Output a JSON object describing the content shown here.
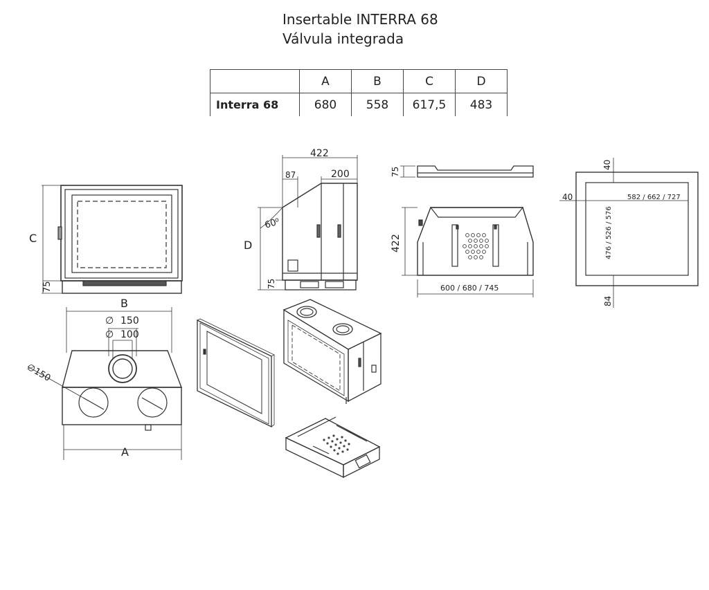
{
  "title": {
    "line1": "Insertable INTERRA 68",
    "line2": "Válvula integrada"
  },
  "table": {
    "headers": [
      "",
      "A",
      "B",
      "C",
      "D"
    ],
    "rows": [
      {
        "label": "Interra 68",
        "values": [
          "680",
          "558",
          "617,5",
          "483"
        ]
      }
    ]
  },
  "labels": {
    "front_C": "C",
    "front_75": "75",
    "top_B": "B",
    "top_A": "A",
    "top_d150": "150",
    "top_d100": "100",
    "top_d150_side": "150",
    "side_422": "422",
    "side_87": "87",
    "side_200": "200",
    "side_60": "60",
    "side_D": "D",
    "side_75": "75",
    "base_75": "75",
    "base_422": "422",
    "base_width": "600 / 680 / 745",
    "frame_40_top": "40",
    "frame_40_left": "40",
    "frame_width": "582 / 662 / 727",
    "frame_height": "476 / 526 / 576",
    "frame_84": "84"
  }
}
